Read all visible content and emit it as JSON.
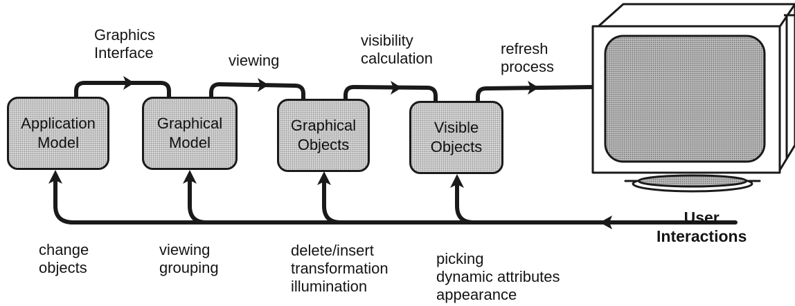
{
  "stages": {
    "application_model": "Application\nModel",
    "graphical_model": "Graphical\nModel",
    "graphical_objects": "Graphical\nObjects",
    "visible_objects": "Visible\nObjects"
  },
  "transitions": {
    "graphics_interface": "Graphics\nInterface",
    "viewing": "viewing",
    "visibility_calculation": "visibility\ncalculation",
    "refresh_process": "refresh\nprocess"
  },
  "feedback": {
    "user_interactions": "User\nInteractions",
    "change_objects": "change\nobjects",
    "viewing_grouping": "viewing\ngrouping",
    "delete_insert": "delete/insert\ntransformation\nillumination",
    "picking": "picking\ndynamic attributes\nappearance"
  },
  "icons": {
    "display": "crt-monitor-icon"
  },
  "colors": {
    "stroke": "#1a1a1a",
    "box_fill": "#d9d9d9",
    "screen_fill": "#bdbdbd"
  }
}
